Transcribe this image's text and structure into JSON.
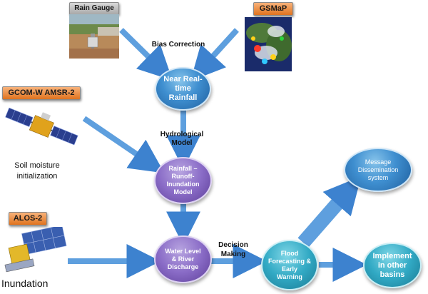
{
  "sources": {
    "rain_gauge": "Rain Gauge",
    "gsmap": "GSMaP",
    "gcom": "GCOM-W AMSR-2",
    "alos": "ALOS-2"
  },
  "annotations": {
    "bias_correction": "Bias Correction",
    "hydrological_model": "Hydrological Model",
    "soil_moisture": "Soil moisture initialization",
    "decision_making": "Decision Making",
    "inundation": "Inundation"
  },
  "nodes": {
    "near_realtime": "Near Real-time Rainfall",
    "rri_model": "Rainfall – Runoff-Inundation Model",
    "water_level": "Water Level & River Discharge",
    "flood_forecasting": "Flood Forecasting & Early Warning",
    "message": "Message Dissemination system",
    "implement": "Implement in other basins"
  },
  "colors": {
    "arrow": "#4a90d9",
    "blue_node": "#3f8fd0",
    "purple_node": "#8a6cc7",
    "teal_node": "#31a9c4",
    "orange_label": "#f29a55",
    "gray_label": "#b7b7b7"
  }
}
